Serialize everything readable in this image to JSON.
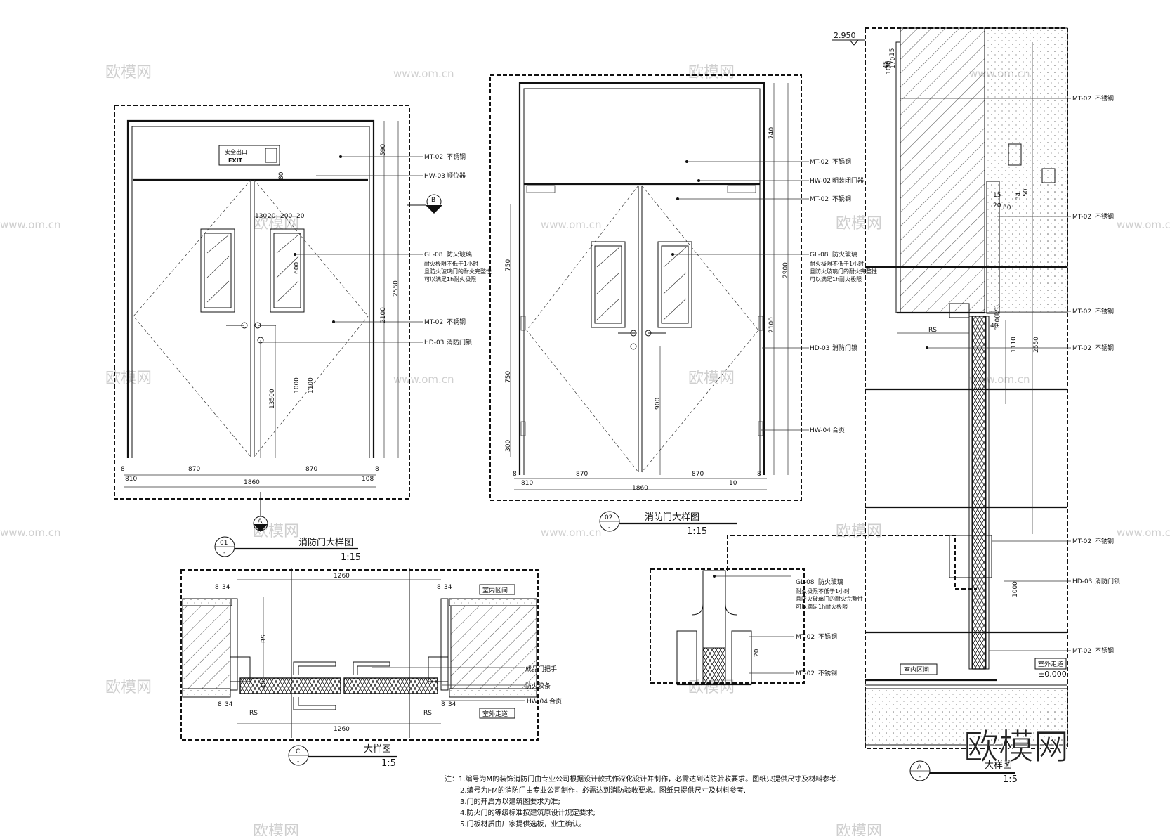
{
  "watermark": {
    "brand": "欧模网",
    "url": "www.om.cn"
  },
  "level_top": "2.950",
  "drawing01": {
    "num": "01",
    "sub": "-",
    "title": "消防门大样图",
    "scale": "1:15",
    "exit_sign": {
      "cn": "安全出口",
      "en": "EXIT"
    },
    "dims_bottom": [
      "8",
      "810",
      "870",
      "870",
      "108",
      "8",
      "1860"
    ],
    "dims_top": [
      "130",
      "20",
      "200",
      "20"
    ],
    "dims_right": [
      "590",
      "80",
      "2550",
      "2100",
      "600",
      "1100",
      "1000",
      "13500"
    ],
    "callouts": [
      {
        "code": "MT-02",
        "text": "不锈钢"
      },
      {
        "code": "HW-03",
        "text": "顺位器"
      },
      {
        "code": "GL-08",
        "text": "防火玻璃",
        "notes": [
          "耐火极限不低于1小时",
          "且防火玻璃门的耐火完整性",
          "可以满足1h耐火极限"
        ]
      },
      {
        "code": "MT-02",
        "text": "不锈钢"
      },
      {
        "code": "HD-03",
        "text": "消防门锁"
      }
    ],
    "section_b": "B",
    "section_a": "A"
  },
  "drawing02": {
    "num": "02",
    "sub": "-",
    "title": "消防门大样图",
    "scale": "1:15",
    "dims_bottom": [
      "8",
      "810",
      "870",
      "870",
      "10",
      "8",
      "1860"
    ],
    "dims_left": [
      "750",
      "750",
      "300"
    ],
    "dims_right": [
      "740",
      "2900",
      "2100"
    ],
    "dim_900": "900",
    "callouts": [
      {
        "code": "MT-02",
        "text": "不锈钢"
      },
      {
        "code": "HW-02",
        "text": "明装闭门器"
      },
      {
        "code": "MT-02",
        "text": "不锈钢"
      },
      {
        "code": "GL-08",
        "text": "防火玻璃",
        "notes": [
          "耐火极限不低于1小时",
          "且防火玻璃门的耐火完整性",
          "可以满足1h耐火极限"
        ]
      },
      {
        "code": "HD-03",
        "text": "消防门锁"
      },
      {
        "code": "HW-04",
        "text": "合页"
      }
    ]
  },
  "drawingC": {
    "num": "C",
    "sub": "-",
    "title": "大样图",
    "scale": "1:5",
    "dim_top": "1260",
    "dim_bottom": "1260",
    "dims_small": [
      "8",
      "34",
      "8",
      "34",
      "8",
      "34",
      "8",
      "34"
    ],
    "rs": "RS",
    "dim_40": "40",
    "zone_inner": "室内区间",
    "zone_outer": "室外走道",
    "callouts": [
      "成品门把手",
      "防火胶条"
    ],
    "hw04": {
      "code": "HW-04",
      "text": "合页"
    }
  },
  "drawingDetail": {
    "callouts": [
      {
        "code": "GL-08",
        "text": "防火玻璃",
        "notes": [
          "耐火极限不低于1小时",
          "且防火玻璃门的耐火完整性",
          "可以满足1h耐火极限"
        ]
      },
      {
        "code": "MT-02",
        "text": "不锈钢"
      },
      {
        "code": "MT-02",
        "text": "不锈钢"
      }
    ],
    "dim": "20"
  },
  "drawingA": {
    "num": "A",
    "sub": "-",
    "title": "大样图",
    "scale": "1:5",
    "dims": [
      "10",
      "170",
      "45",
      "15",
      "100",
      "50",
      "34",
      "15",
      "20",
      "80",
      "380(RS)",
      "40",
      "1110",
      "2550",
      "1000"
    ],
    "rs": "RS",
    "zone_inner": "室内区间",
    "zone_outer": "室外走道",
    "level_zero": "±0.000",
    "callouts": [
      {
        "code": "MT-02",
        "text": "不锈钢"
      },
      {
        "code": "MT-02",
        "text": "不锈钢"
      },
      {
        "code": "MT-02",
        "text": "不锈钢"
      },
      {
        "code": "MT-02",
        "text": "不锈钢"
      },
      {
        "code": "MT-02",
        "text": "不锈钢"
      },
      {
        "code": "HD-03",
        "text": "消防门锁"
      },
      {
        "code": "MT-02",
        "text": "不锈钢"
      }
    ]
  },
  "notes": [
    "注：1.编号为M的装饰消防门由专业公司根据设计款式作深化设计并制作，必需达到消防验收要求。图纸只提供尺寸及材料参考.",
    "2.编号为FM的消防门由专业公司制作，必需达到消防验收要求。图纸只提供尺寸及材料参考.",
    "3.门的开启方以建筑图要求为准;",
    "4.防火门的等级标准按建筑原设计规定要求;",
    "5.门板材质由厂家提供选板，业主确认。"
  ]
}
